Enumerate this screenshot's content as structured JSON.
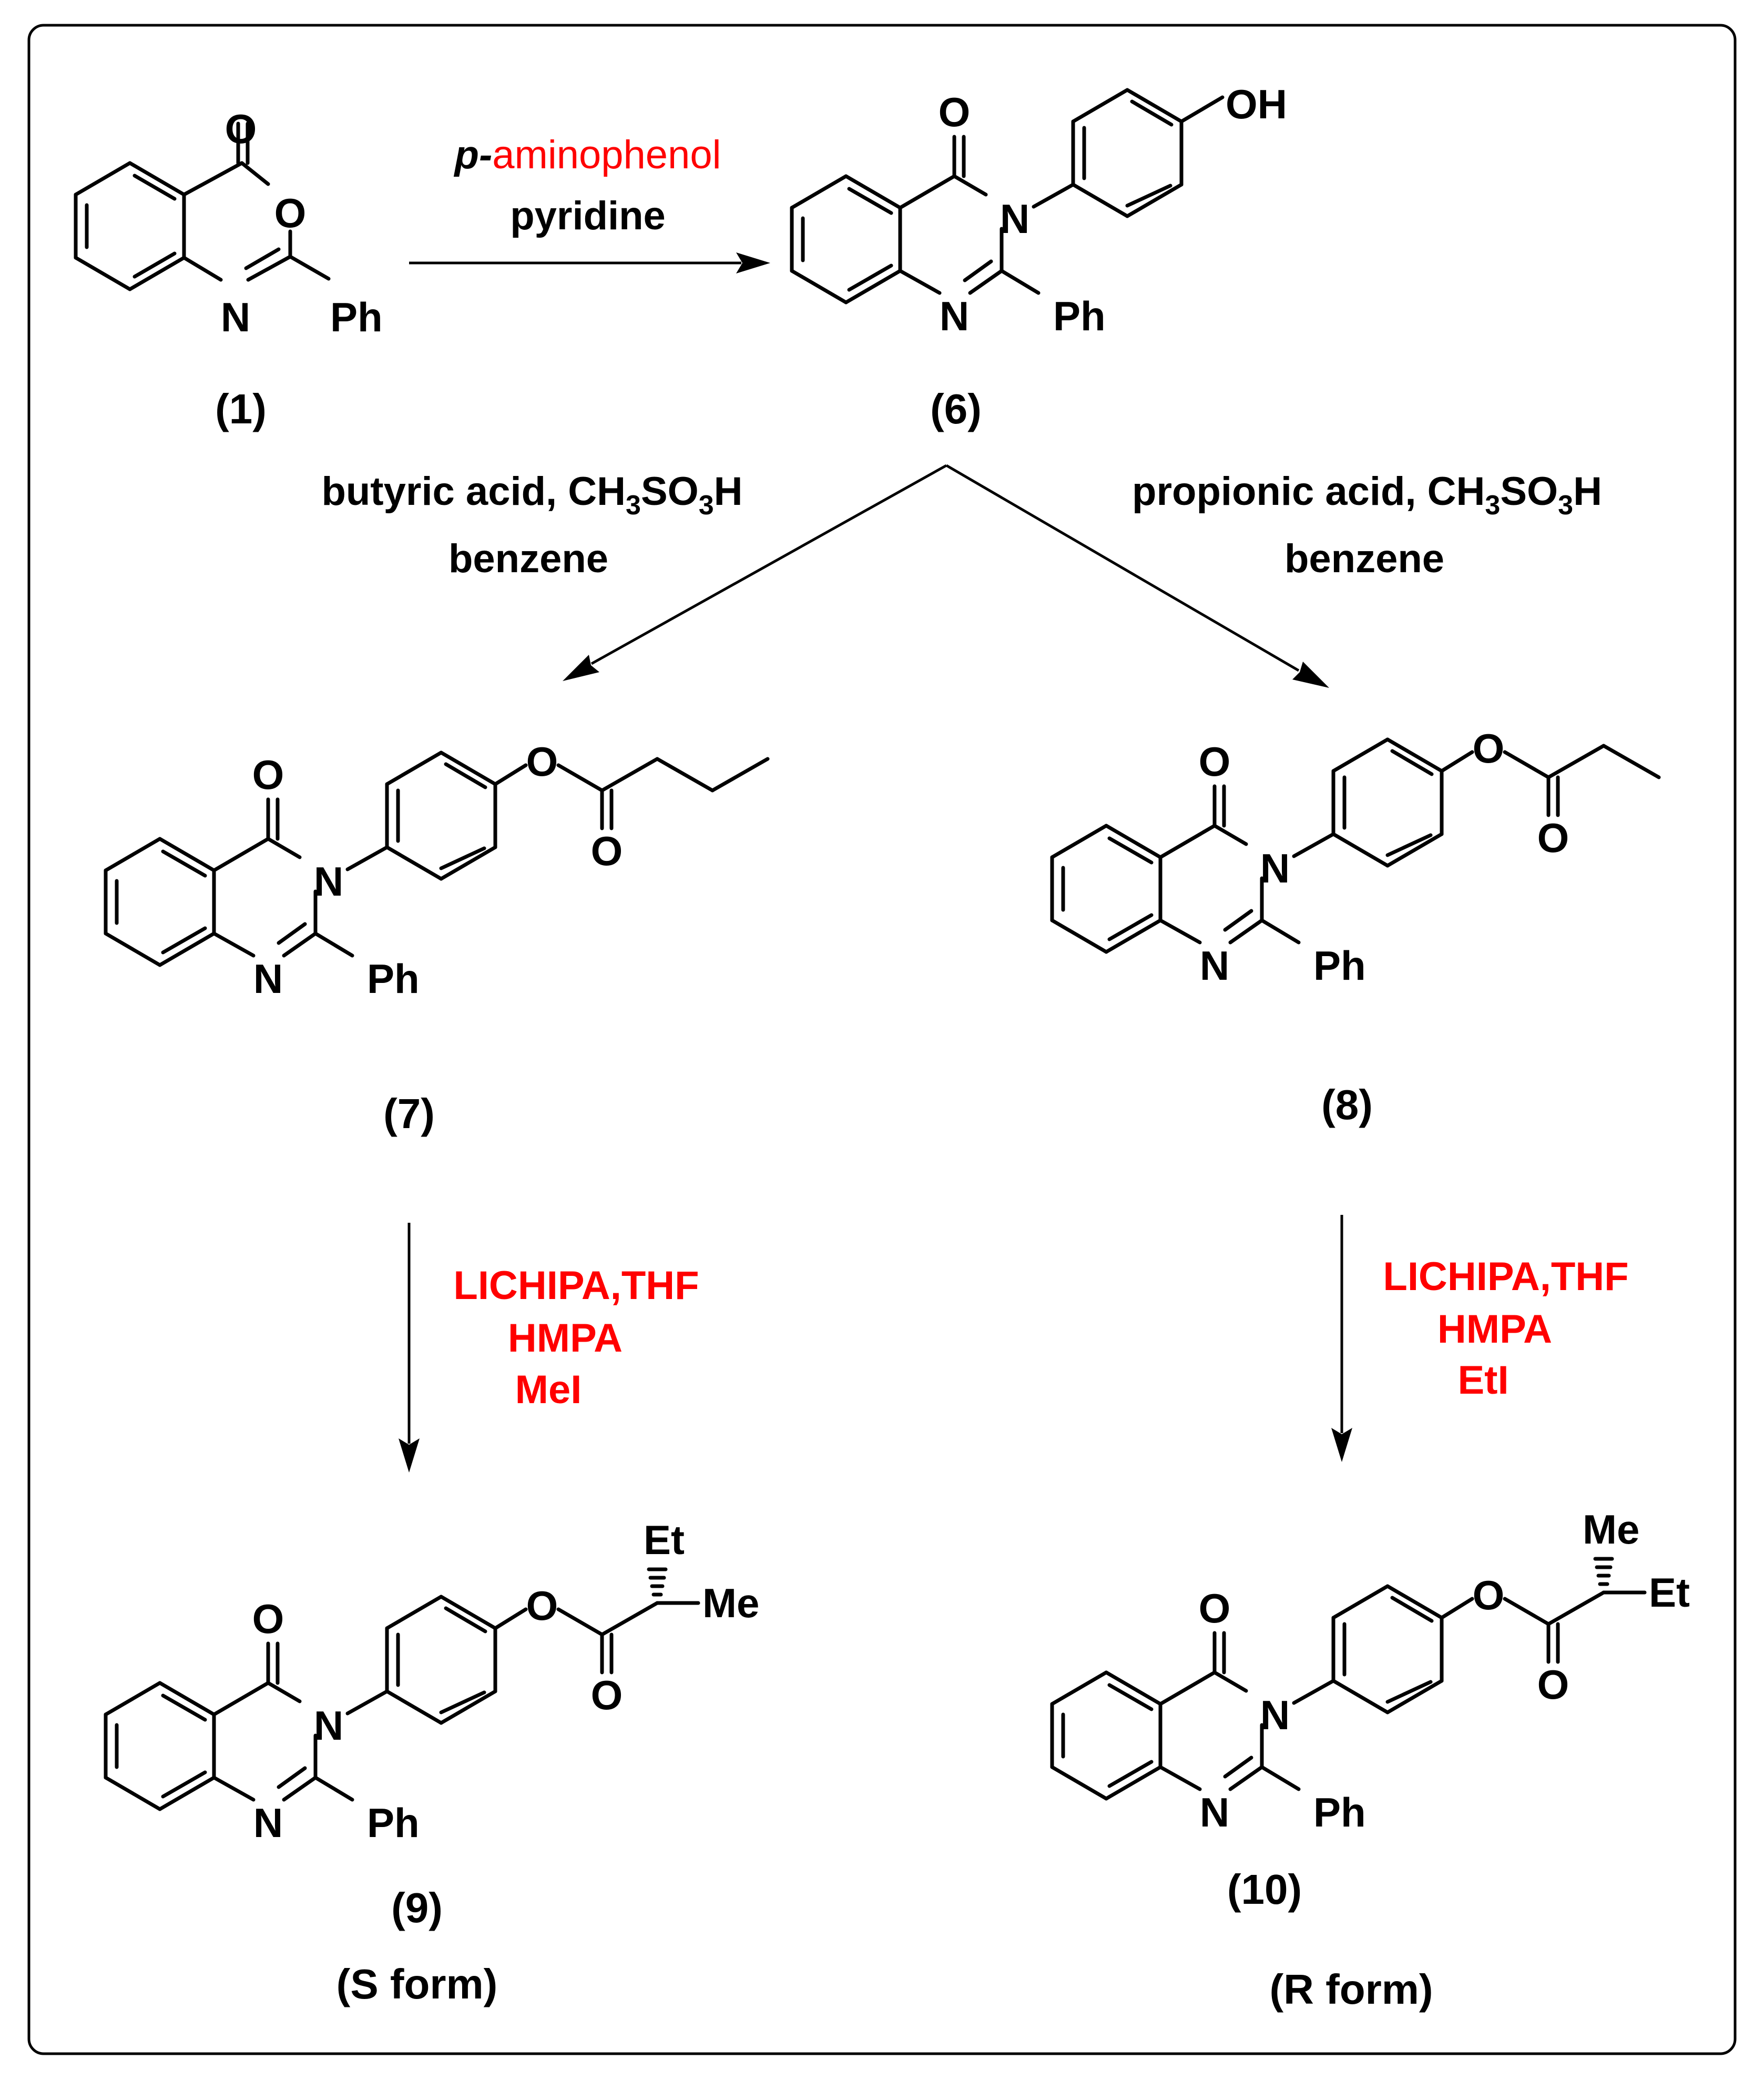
{
  "compounds": {
    "c1": {
      "label": "(1)"
    },
    "c6": {
      "label": "(6)"
    },
    "c7": {
      "label": "(7)"
    },
    "c8": {
      "label": "(8)"
    },
    "c9": {
      "label": "(9)",
      "form": "(S form)"
    },
    "c10": {
      "label": "(10)",
      "form": "(R form)"
    }
  },
  "atoms": {
    "O": "O",
    "N": "N",
    "Ph": "Ph",
    "OH": "OH",
    "Et": "Et",
    "Me": "Me"
  },
  "step1": {
    "reagent_prefix": "p-",
    "reagent_name": "aminophenol",
    "solvent": "pyridine"
  },
  "step2_left": {
    "acid": "butyric acid, CH",
    "sub1": "3",
    "mid": "SO",
    "sub2": "3",
    "end": "H",
    "solvent": "benzene"
  },
  "step2_right": {
    "acid": "propionic acid, CH",
    "sub1": "3",
    "mid": "SO",
    "sub2": "3",
    "end": "H",
    "solvent": "benzene"
  },
  "step3_left": {
    "line1": "LICHIPA,THF",
    "line2": "HMPA",
    "line3": "MeI"
  },
  "step3_right": {
    "line1": "LICHIPA,THF",
    "line2": "HMPA",
    "line3": "EtI"
  },
  "colors": {
    "reagent_red": "#ff0000",
    "ink": "#000000"
  }
}
